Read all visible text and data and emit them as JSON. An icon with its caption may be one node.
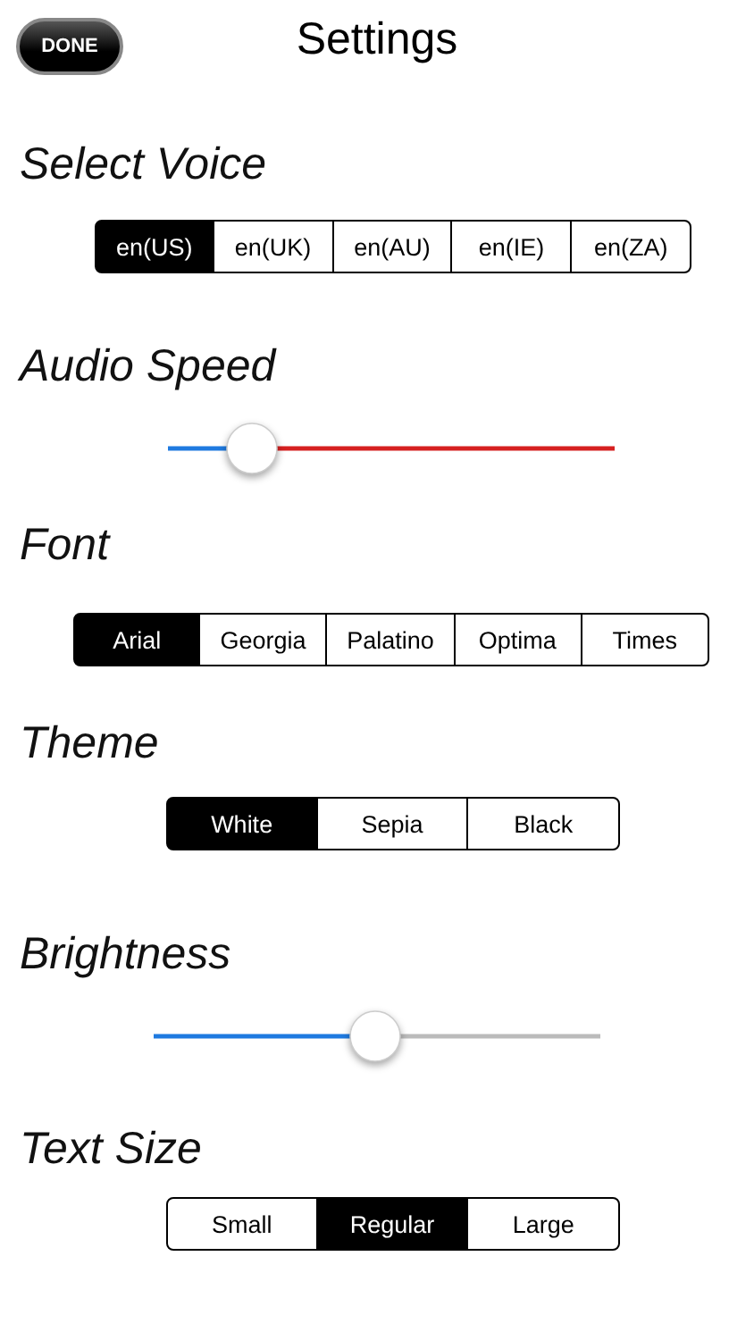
{
  "diagram": {
    "title": "Settings",
    "nodes": [
      {
        "text": [
          "DONE"
        ]
      },
      {
        "text": [
          "en(US)"
        ]
      },
      {
        "text": [
          "en(UK)"
        ]
      },
      {
        "text": [
          "en(AU)"
        ]
      },
      {
        "text": [
          "en(IE)"
        ]
      },
      {
        "text": [
          "en(ZA)"
        ]
      },
      {
        "text": [
          "Arial"
        ]
      },
      {
        "text": [
          "Georgia"
        ]
      },
      {
        "text": [
          "Palatino"
        ]
      },
      {
        "text": [
          "Optima"
        ]
      },
      {
        "text": [
          "Times"
        ]
      },
      {
        "text": [
          "White"
        ]
      },
      {
        "text": [
          "Sepia"
        ]
      },
      {
        "text": [
          "Black"
        ]
      },
      {
        "text": [
          "Small"
        ]
      },
      {
        "text": [
          "Regular"
        ]
      },
      {
        "text": [
          "Large"
        ]
      }
    ],
    "labels": [
      "Select Voice",
      "Audio Speed",
      "Font",
      "Theme",
      "Brightness",
      "Text Size"
    ]
  }
}
